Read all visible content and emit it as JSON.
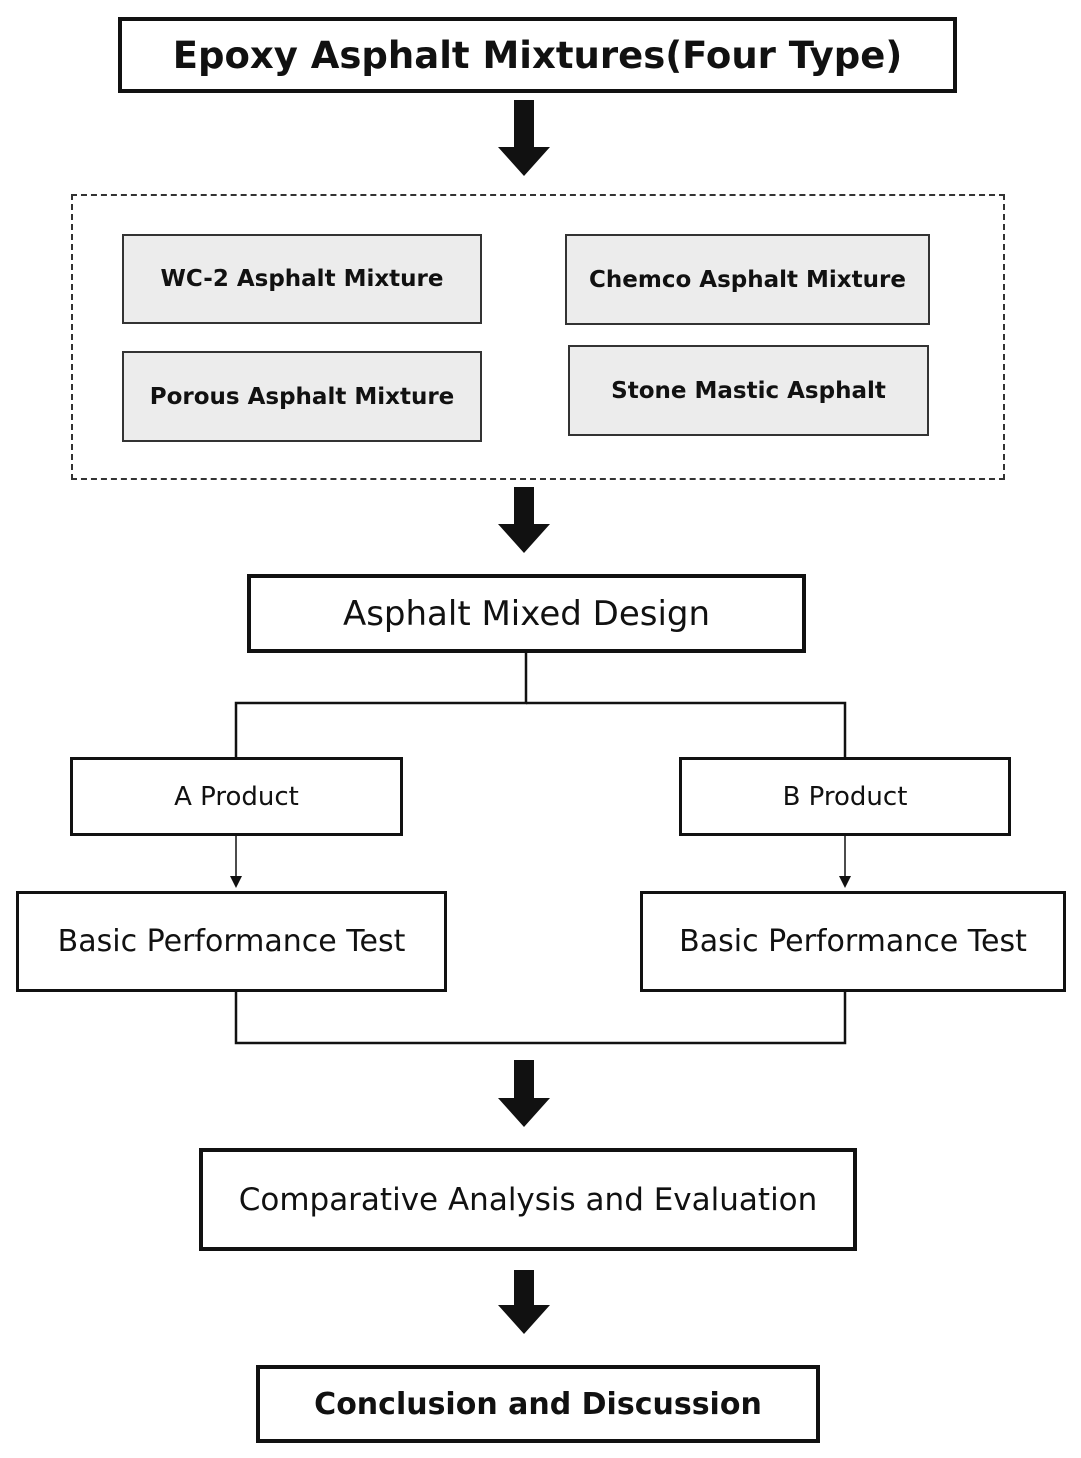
{
  "diagram": {
    "title": "Epoxy Asphalt Mixtures(Four Type)",
    "mixtures": [
      "WC-2 Asphalt Mixture",
      "Chemco Asphalt Mixture",
      "Porous Asphalt Mixture",
      "Stone Mastic Asphalt"
    ],
    "design": "Asphalt Mixed Design",
    "product_a": "A Product",
    "product_b": "B Product",
    "test_a": "Basic Performance Test",
    "test_b": "Basic Performance Test",
    "analysis": "Comparative Analysis and Evaluation",
    "conclusion": "Conclusion and Discussion"
  },
  "colors": {
    "line": "#111111",
    "mixture_fill": "#ececec"
  }
}
